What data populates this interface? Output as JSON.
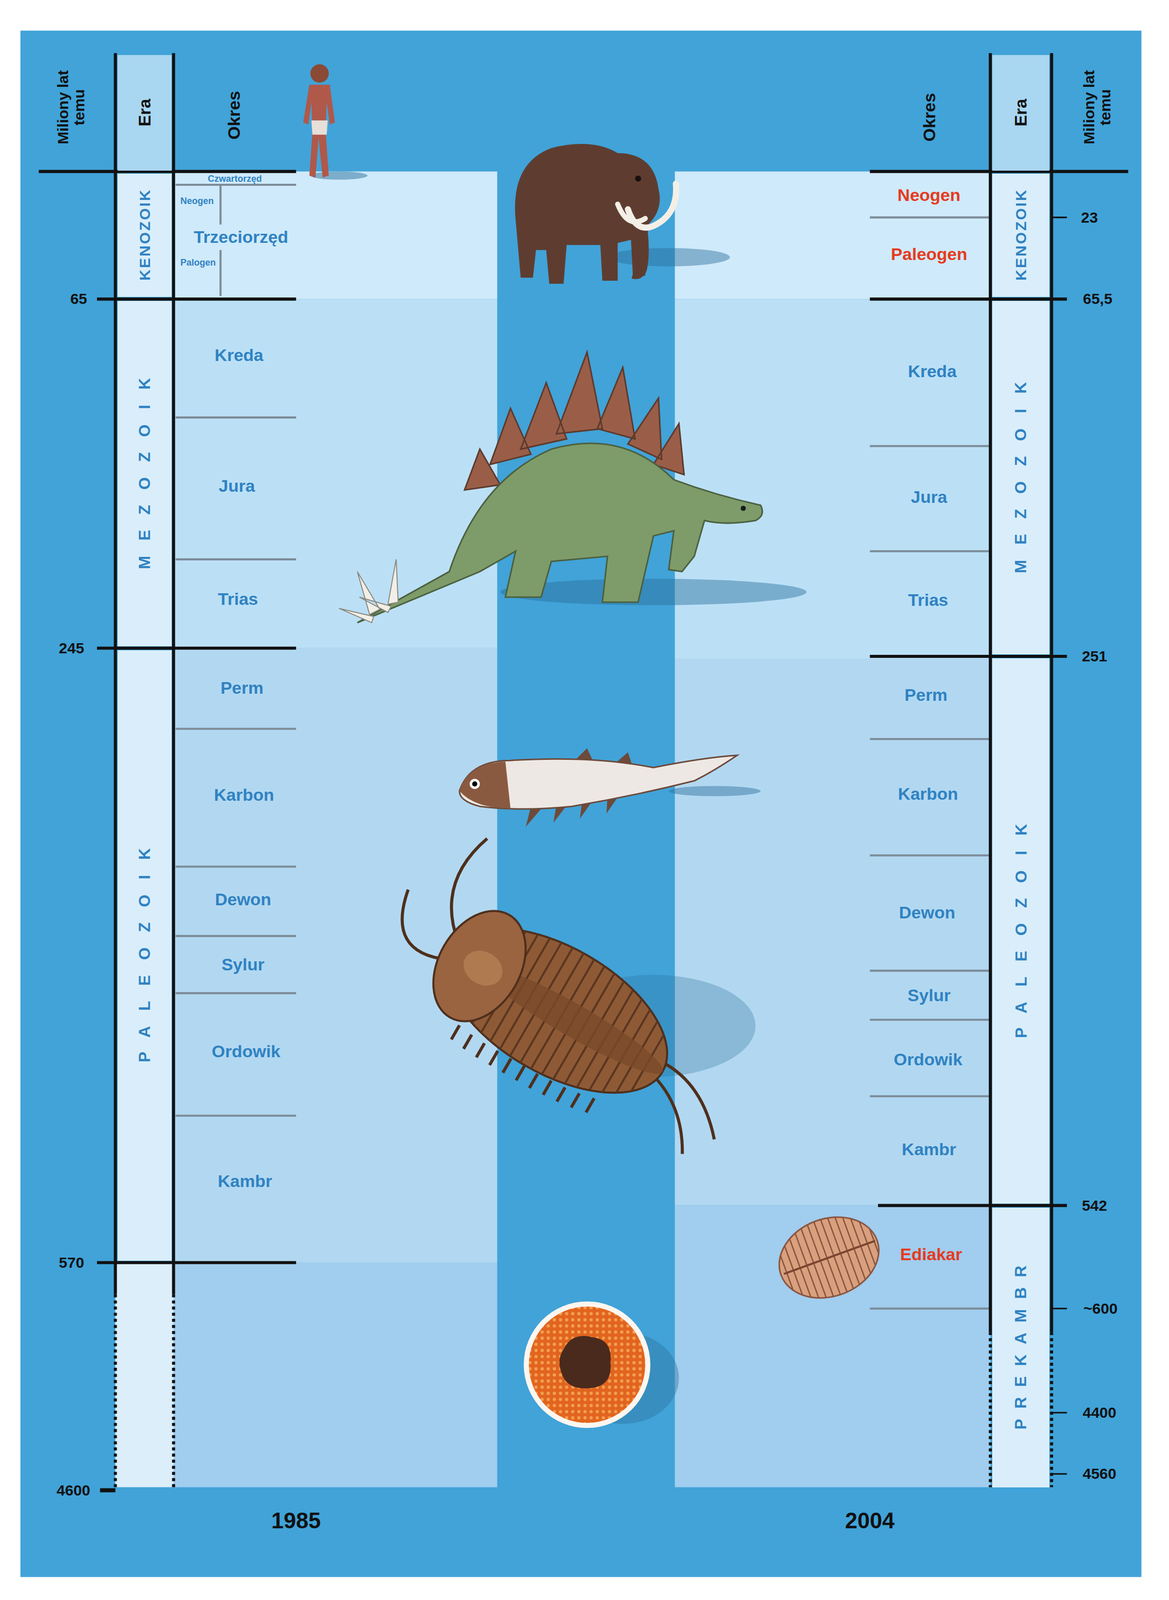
{
  "diagram": {
    "nodes": [
      {
        "text": [
          "Era"
        ]
      },
      {
        "text": [
          "KENOZOIK"
        ]
      },
      {
        "text": [
          "MEZOZOIK"
        ]
      },
      {
        "text": [
          "PALEOZOIK"
        ]
      },
      {
        "text": [
          "Era"
        ]
      },
      {
        "text": [
          "KENOZOIK"
        ]
      },
      {
        "text": [
          "MEZOZOIK"
        ]
      },
      {
        "text": [
          "PALEOZOIK"
        ]
      },
      {
        "text": [
          "PREKAMBR"
        ]
      }
    ],
    "labels": [
      "Miliony lat temu",
      "Okres",
      "Czwartorzęd",
      "Neogen",
      "Trzeciorzęd",
      "Palogen",
      "Kreda",
      "Jura",
      "Trias",
      "Perm",
      "Karbon",
      "Dewon",
      "Sylur",
      "Ordowik",
      "Kambr",
      "65",
      "245",
      "570",
      "4600",
      "1985",
      "Okres",
      "Miliony lat temu",
      "Neogen",
      "Paleogen",
      "Kreda",
      "Jura",
      "Trias",
      "Perm",
      "Karbon",
      "Dewon",
      "Sylur",
      "Ordowik",
      "Kambr",
      "Ediakar",
      "23",
      "65,5",
      "251",
      "542",
      "~600",
      "4400",
      "4560",
      "2004"
    ]
  }
}
